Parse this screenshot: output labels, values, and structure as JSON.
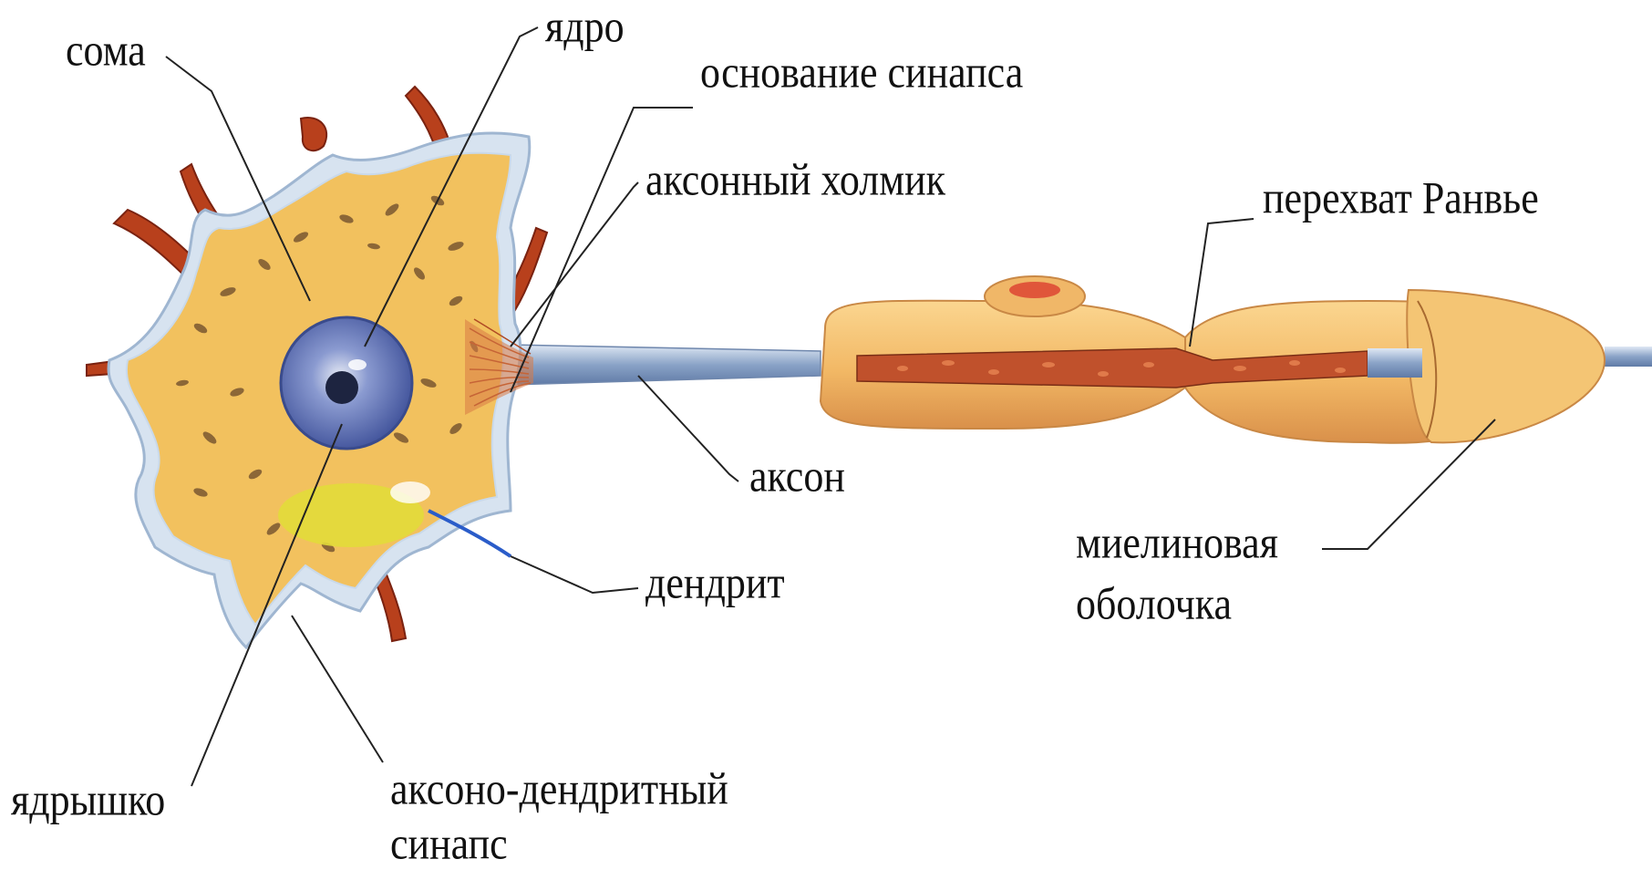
{
  "labels": {
    "soma": "сома",
    "nucleus": "ядро",
    "synapse_base": "основание синапса",
    "axon_hillock": "аксонный холмик",
    "node_of_ranvier": "перехват Ранвье",
    "axon": "аксон",
    "dendrite": "дендрит",
    "myelin_line1": "миелиновая",
    "myelin_line2": "оболочка",
    "nucleolus": "ядрышко",
    "axodendritic_line1": "аксоно-дендритный",
    "axodendritic_line2": "синапс"
  },
  "colors": {
    "soma_fill": "#f2c15e",
    "soma_edge": "#c9d9ea",
    "nucleus": "#5b6fb0",
    "nucleolus": "#222a44",
    "dendrite_terminal": "#b8401c",
    "axon": "#8fa6c6",
    "myelin": "#f0b768",
    "axon_core": "#c0512c",
    "leader_line": "#222222"
  }
}
